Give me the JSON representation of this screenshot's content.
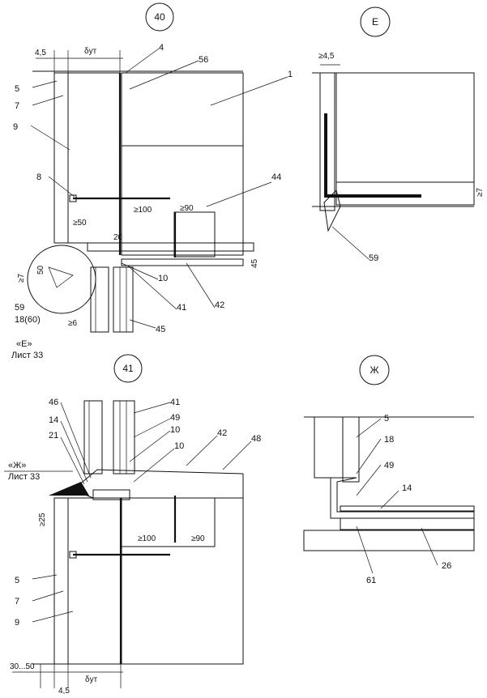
{
  "details": {
    "d40": {
      "title": "40",
      "labels": [
        "4,5",
        "δут",
        "4",
        "56",
        "1",
        "5",
        "7",
        "9",
        "44",
        "8",
        "≥100",
        "≥90",
        "≥50",
        "20",
        "45",
        "50",
        "≥7",
        "10",
        "59",
        "41",
        "42",
        "18(60)",
        "≥6",
        "45"
      ],
      "ref_mark": "«Е»",
      "ref_sheet": "Лист 33"
    },
    "dE": {
      "title": "Е",
      "labels": [
        "≥4,5",
        "≥7",
        "59"
      ]
    },
    "d41": {
      "title": "41",
      "labels": [
        "46",
        "41",
        "14",
        "49",
        "21",
        "10",
        "10",
        "42",
        "48",
        "≥25",
        "≥100",
        "≥90",
        "5",
        "7",
        "9",
        "30...50",
        "δут",
        "4,5"
      ],
      "ref_mark": "«Ж»",
      "ref_sheet": "Лист 33"
    },
    "dZh": {
      "title": "Ж",
      "labels": [
        "5",
        "18",
        "49",
        "14",
        "61",
        "26"
      ]
    }
  }
}
